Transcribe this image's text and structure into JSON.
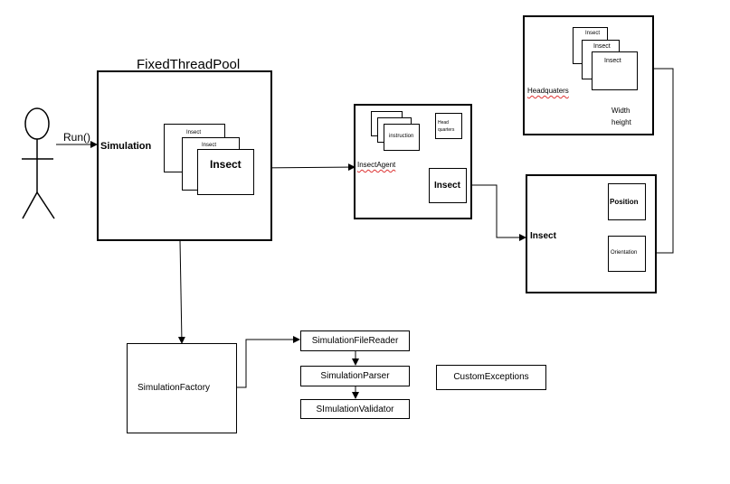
{
  "actor": {
    "call_label": "Run()"
  },
  "pool": {
    "title": "FixedThreadPool",
    "simulation_label": "Simulation",
    "insect_cards": [
      "Insect",
      "Insect",
      "Insect"
    ]
  },
  "agent": {
    "label": "InsectAgent",
    "instruction_cards": [
      "",
      "",
      "instruction"
    ],
    "headquarters_label": "Head\nquarters",
    "insect_label": "Insect"
  },
  "headquarters": {
    "label": "Headquaters",
    "insect_cards": [
      "Insect",
      "Insect",
      "Insect"
    ],
    "dims_label": "Width\nheight"
  },
  "insect": {
    "label": "Insect",
    "position_label": "Position",
    "orientation_label": "Orientation"
  },
  "factory": {
    "label": "SimulationFactory",
    "file_reader": "SimulationFileReader",
    "parser": "SimulationParser",
    "validator": "SImulationValidator",
    "exceptions": "CustomExceptions"
  },
  "colors": {
    "line": "#000000",
    "spellcheck": "#d33333",
    "background": "#ffffff"
  }
}
